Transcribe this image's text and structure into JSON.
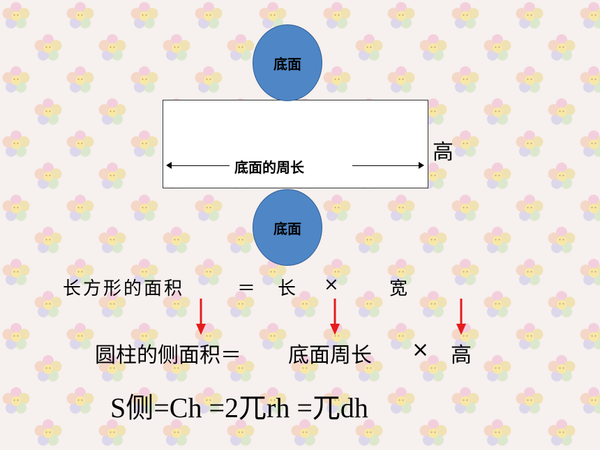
{
  "diagram": {
    "top_circle_label": "底面",
    "bottom_circle_label": "底面",
    "perimeter_label": "底面的周长",
    "height_label": "高"
  },
  "formulas": {
    "rect_area": [
      "长方形的面积",
      "＝",
      "长",
      "×",
      "宽"
    ],
    "cylinder_side": [
      "圆柱的侧面积＝",
      "底面周长",
      "×",
      "高"
    ],
    "symbolic": "S侧=Ch =2兀rh =兀dh"
  },
  "colors": {
    "circle_fill": "#4f86c6",
    "arrow_red": "#e51c1c"
  }
}
